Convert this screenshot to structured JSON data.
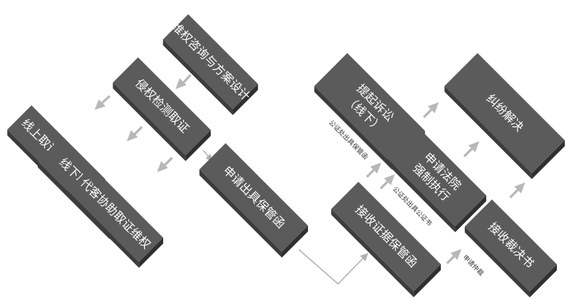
{
  "boxes": {
    "consult": "维权咨询与方案设计",
    "detect": "侵权检测取证",
    "online": "线上取证维权服务",
    "offline": "线下取证维权",
    "assist": "代客协助取证维权",
    "apply_guarantee": "申请出具保管函",
    "lawsuit_line1": "提起诉讼",
    "lawsuit_line2": "（线下）",
    "receive_guarantee": "接收证据保管函",
    "enforce_line1": "申请法院",
    "enforce_line2": "强制执行",
    "dispute": "纠纷解决",
    "receive_ruling": "接收裁决书"
  },
  "labels": {
    "notary_guarantee": "公证处出具保管函",
    "notary_certificate": "公证处出具公证书",
    "apply_arbitration": "申请仲裁"
  }
}
